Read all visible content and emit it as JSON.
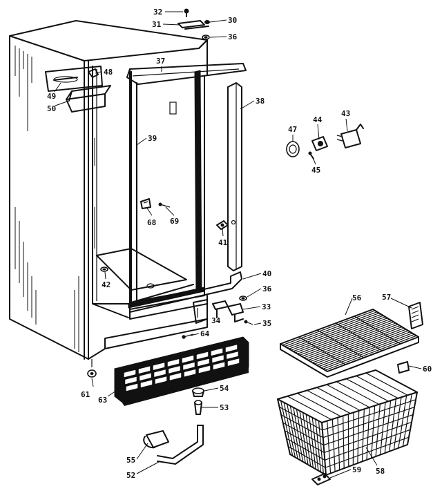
{
  "callouts": [
    {
      "id": "32",
      "text": "32"
    },
    {
      "id": "30",
      "text": "30"
    },
    {
      "id": "31",
      "text": "31"
    },
    {
      "id": "36a",
      "text": "36"
    },
    {
      "id": "37",
      "text": "37"
    },
    {
      "id": "48",
      "text": "48"
    },
    {
      "id": "49",
      "text": "49"
    },
    {
      "id": "50",
      "text": "50"
    },
    {
      "id": "38",
      "text": "38"
    },
    {
      "id": "39",
      "text": "39"
    },
    {
      "id": "47",
      "text": "47"
    },
    {
      "id": "44",
      "text": "44"
    },
    {
      "id": "43",
      "text": "43"
    },
    {
      "id": "45",
      "text": "45"
    },
    {
      "id": "68",
      "text": "68"
    },
    {
      "id": "69",
      "text": "69"
    },
    {
      "id": "41",
      "text": "41"
    },
    {
      "id": "42",
      "text": "42"
    },
    {
      "id": "40",
      "text": "40"
    },
    {
      "id": "36b",
      "text": "36"
    },
    {
      "id": "33",
      "text": "33"
    },
    {
      "id": "34",
      "text": "34"
    },
    {
      "id": "35",
      "text": "35"
    },
    {
      "id": "56",
      "text": "56"
    },
    {
      "id": "57",
      "text": "57"
    },
    {
      "id": "64",
      "text": "64"
    },
    {
      "id": "60",
      "text": "60"
    },
    {
      "id": "61",
      "text": "61"
    },
    {
      "id": "63",
      "text": "63"
    },
    {
      "id": "54",
      "text": "54"
    },
    {
      "id": "53",
      "text": "53"
    },
    {
      "id": "58",
      "text": "58"
    },
    {
      "id": "55",
      "text": "55"
    },
    {
      "id": "52",
      "text": "52"
    },
    {
      "id": "59",
      "text": "59"
    }
  ]
}
